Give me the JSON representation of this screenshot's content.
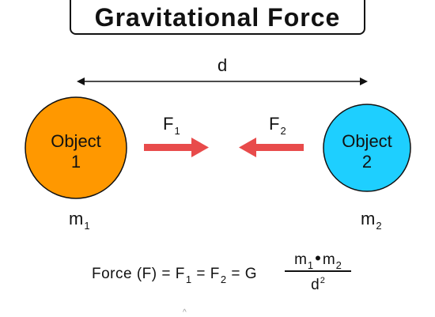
{
  "title": "Gravitational Force",
  "distance_label": "d",
  "object1": {
    "line1": "Object",
    "line2": "1",
    "color": "#FF9800",
    "mass_base": "m",
    "mass_sub": "1"
  },
  "object2": {
    "line1": "Object",
    "line2": "2",
    "color": "#1ECFFF",
    "mass_base": "m",
    "mass_sub": "2"
  },
  "force1": {
    "base": "F",
    "sub": "1"
  },
  "force2": {
    "base": "F",
    "sub": "2"
  },
  "arrow_color": "#E84B4B",
  "formula": {
    "lhs": "Force (F) = F",
    "sub1": "1",
    "mid": " = F",
    "sub2": "2",
    "rhs": " = G",
    "num_m1": "m",
    "num_m1_sub": "1",
    "dot": "•",
    "num_m2": "m",
    "num_m2_sub": "2",
    "den": "d",
    "den_sup": "2"
  }
}
